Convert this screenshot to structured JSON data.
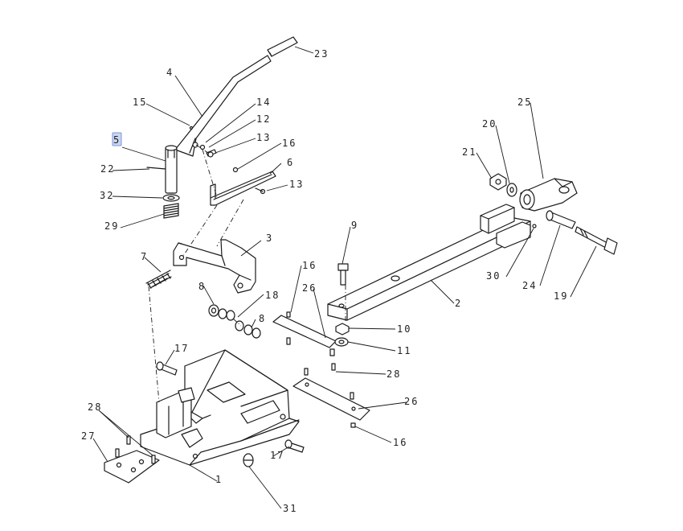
{
  "diagram": {
    "highlight_color": "#c9d6f2",
    "callouts": [
      {
        "id": "c23",
        "text": "23"
      },
      {
        "id": "c4",
        "text": "4"
      },
      {
        "id": "c15",
        "text": "15"
      },
      {
        "id": "c14",
        "text": "14"
      },
      {
        "id": "c12",
        "text": "12"
      },
      {
        "id": "c13a",
        "text": "13"
      },
      {
        "id": "c5",
        "text": "5"
      },
      {
        "id": "c16a",
        "text": "16"
      },
      {
        "id": "c6",
        "text": "6"
      },
      {
        "id": "c13b",
        "text": "13"
      },
      {
        "id": "c22",
        "text": "22"
      },
      {
        "id": "c32",
        "text": "32"
      },
      {
        "id": "c29",
        "text": "29"
      },
      {
        "id": "c3",
        "text": "3"
      },
      {
        "id": "c7",
        "text": "7"
      },
      {
        "id": "c8a",
        "text": "8"
      },
      {
        "id": "c18",
        "text": "18"
      },
      {
        "id": "c8b",
        "text": "8"
      },
      {
        "id": "c16b",
        "text": "16"
      },
      {
        "id": "c26a",
        "text": "26"
      },
      {
        "id": "c9",
        "text": "9"
      },
      {
        "id": "c2",
        "text": "2"
      },
      {
        "id": "c10",
        "text": "10"
      },
      {
        "id": "c11",
        "text": "11"
      },
      {
        "id": "c25",
        "text": "25"
      },
      {
        "id": "c20",
        "text": "20"
      },
      {
        "id": "c21",
        "text": "21"
      },
      {
        "id": "c30",
        "text": "30"
      },
      {
        "id": "c24",
        "text": "24"
      },
      {
        "id": "c19",
        "text": "19"
      },
      {
        "id": "c17a",
        "text": "17"
      },
      {
        "id": "c28a",
        "text": "28"
      },
      {
        "id": "c26b",
        "text": "26"
      },
      {
        "id": "c16c",
        "text": "16"
      },
      {
        "id": "c28b",
        "text": "28"
      },
      {
        "id": "c27",
        "text": "27"
      },
      {
        "id": "c17b",
        "text": "17"
      },
      {
        "id": "c1",
        "text": "1"
      },
      {
        "id": "c31",
        "text": "31"
      }
    ]
  }
}
